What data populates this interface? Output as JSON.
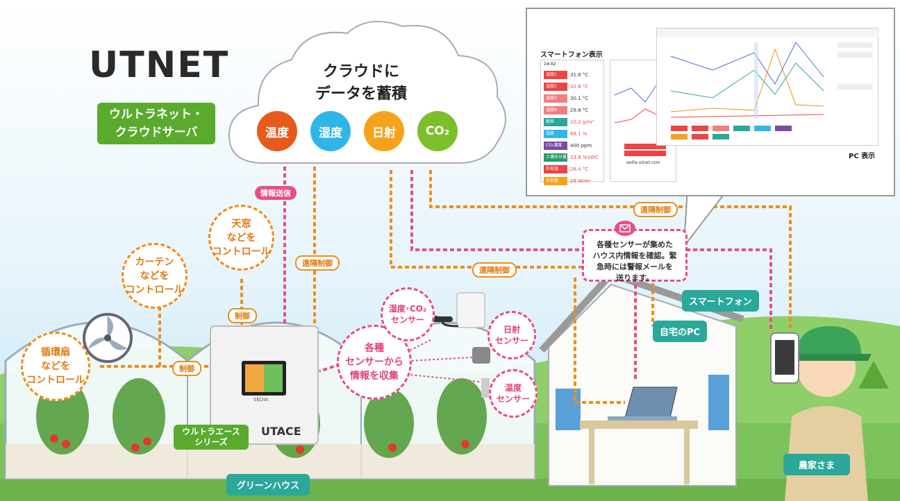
{
  "logo": {
    "text": "UTNET"
  },
  "server_label": "ウルトラネット・\nクラウドサーバ",
  "cloud": {
    "title": "クラウドに\nデータを蓄積",
    "items": [
      {
        "label": "温度",
        "color": "#e85a1c"
      },
      {
        "label": "湿度",
        "color": "#2fb6e8"
      },
      {
        "label": "日射",
        "color": "#f5a31a"
      },
      {
        "label": "CO₂",
        "color": "#7cbf2a"
      }
    ]
  },
  "flows": {
    "info_send": "情報送信",
    "remote_control_1": "遠隔制御",
    "remote_control_2": "遠隔制御",
    "remote_control_3": "遠隔制御",
    "control_1": "制御",
    "control_2": "制御"
  },
  "controls": {
    "curtain": "カーテン\nなどを\nコントロール",
    "window": "天窓\nなどを\nコントロール",
    "fan": "循環扇\nなどを\nコントロール"
  },
  "sensors": {
    "collect": "各種\nセンサーから\n情報を収集",
    "hum_co2": "湿度･CO₂\nセンサー",
    "solar": "日射\nセンサー",
    "temp": "温度\nセンサー"
  },
  "message": "各種センサーが集めた\nハウス内情報を確認。緊\n急時には警報メールを\n送ります。",
  "labels": {
    "smartphone": "スマートフォン",
    "home_pc": "自宅のPC",
    "farmer": "農家さま",
    "ultraace": "ウルトラエース\nシリーズ",
    "greenhouse": "グリーンハウス",
    "utace": "UTACE",
    "sedia": "SEDIA"
  },
  "screens": {
    "sp_title": "スマートフォン表示",
    "pc_title": "PC 表示",
    "sp_time": "14:02",
    "sp_rows": [
      {
        "tag": "温度1",
        "value": "31.8 °C",
        "color": "#e44",
        "red": false
      },
      {
        "tag": "温度2",
        "value": "32.8 °C",
        "color": "#e44",
        "red": true
      },
      {
        "tag": "温度3",
        "value": "30.1 °C",
        "color": "#f08080",
        "red": false
      },
      {
        "tag": "温度4",
        "value": "29.8 °C",
        "color": "#f08080",
        "red": false
      },
      {
        "tag": "飽差",
        "value": "10.2 g/m³",
        "color": "#2aa89a",
        "red": true
      },
      {
        "tag": "湿度",
        "value": "68.1 %",
        "color": "#2fb6e8",
        "red": true
      },
      {
        "tag": "CO₂濃度",
        "value": "400 ppm",
        "color": "#7a4aa8",
        "red": false
      },
      {
        "tag": "土壌水分量",
        "value": "23.8 %VWC",
        "color": "#2a9a6a",
        "red": true
      },
      {
        "tag": "外気温",
        "value": "28.4 °C",
        "color": "#e44",
        "red": true
      },
      {
        "tag": "日射量",
        "value": "29 W/m²",
        "color": "#f5a31a",
        "red": true
      }
    ],
    "sp2_url": "sedia-utnet.com"
  }
}
